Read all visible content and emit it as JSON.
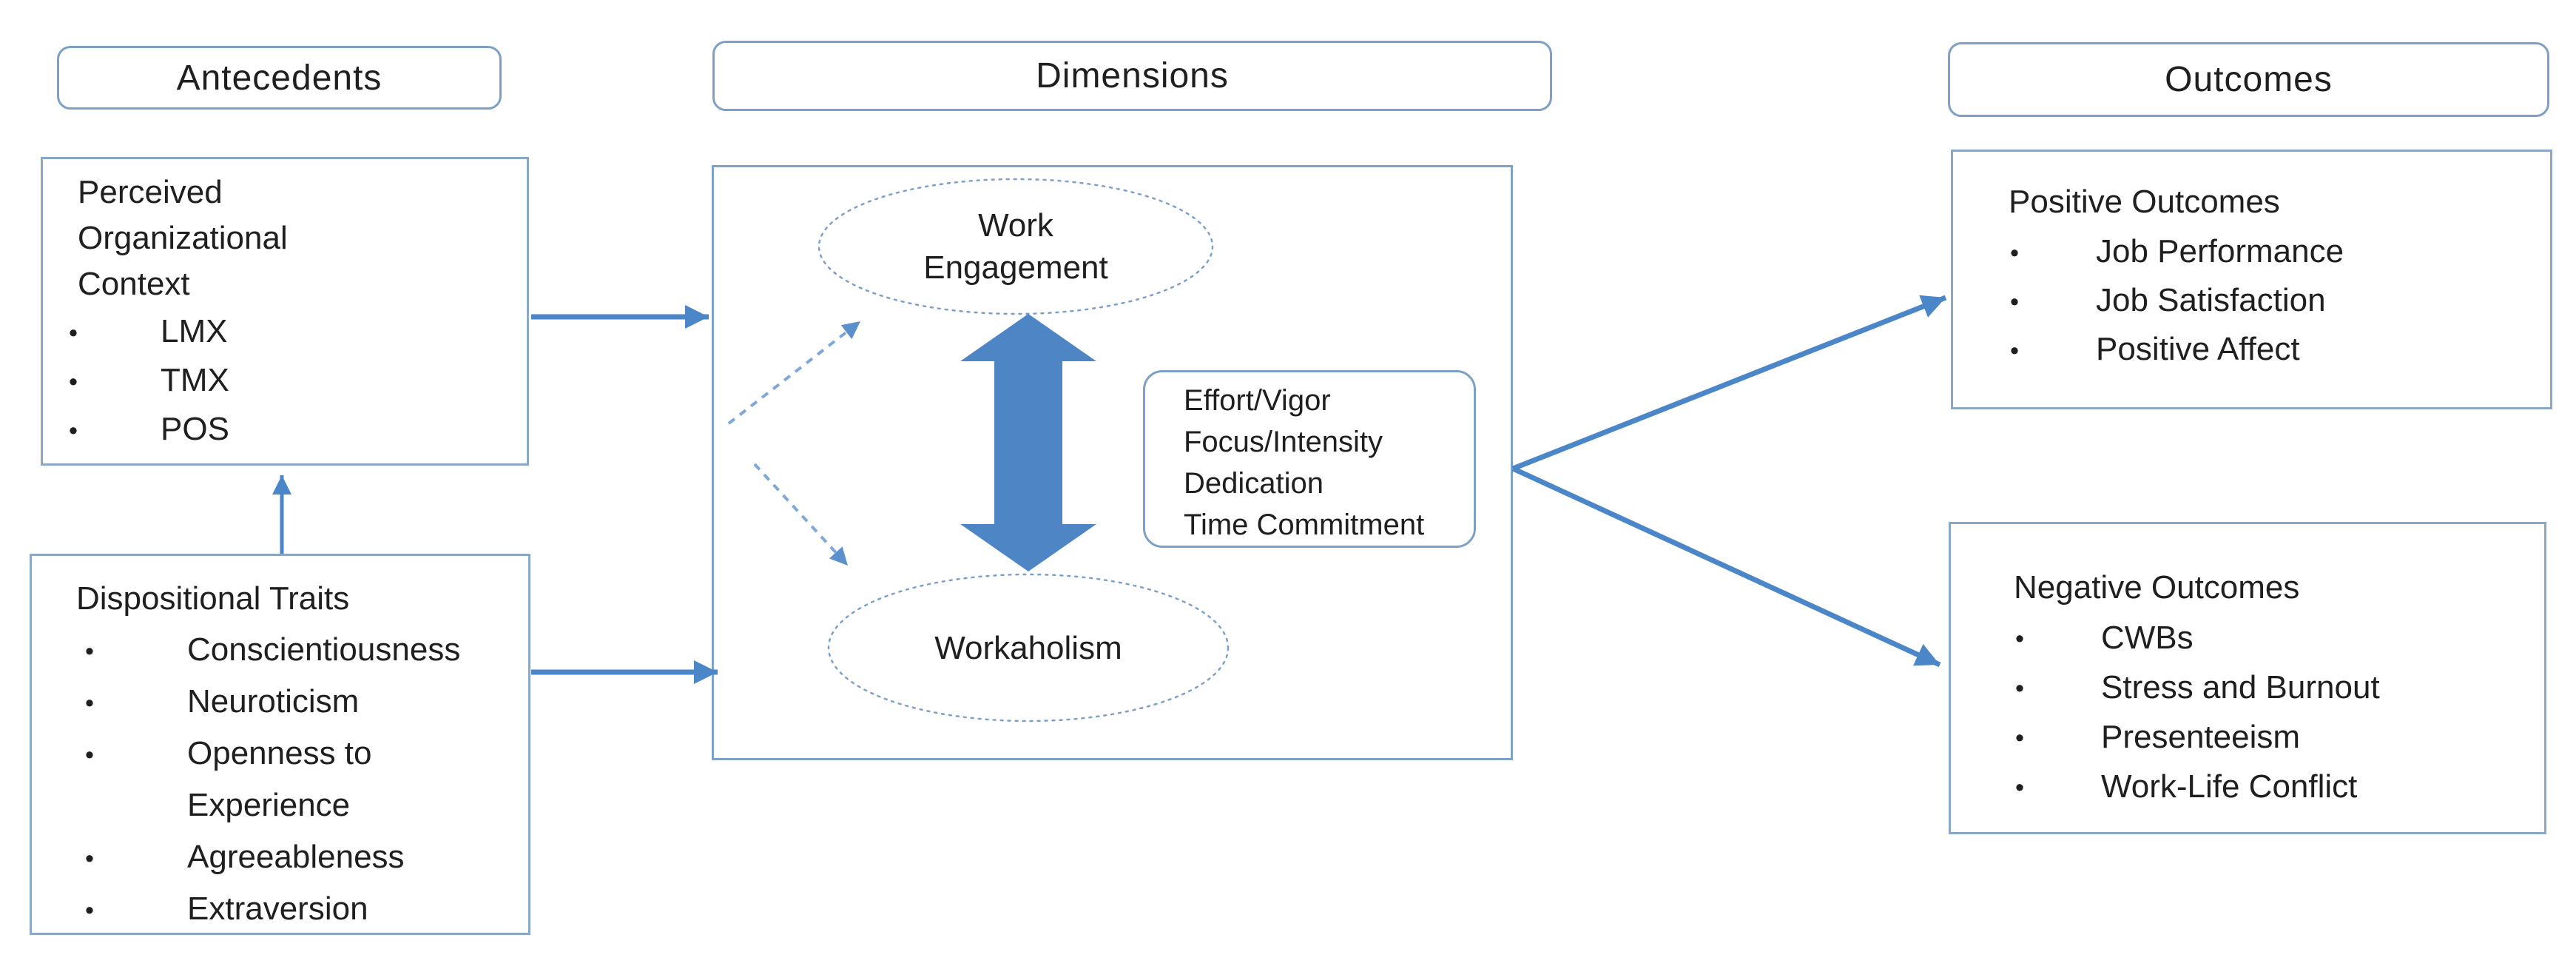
{
  "headers": {
    "antecedents": "Antecedents",
    "dimensions": "Dimensions",
    "outcomes": "Outcomes"
  },
  "antecedents": {
    "perceived_context": {
      "title_line1": "Perceived",
      "title_line2": "Organizational",
      "title_line3": "Context",
      "bullets": [
        "LMX",
        "TMX",
        "POS"
      ]
    },
    "dispositional_traits": {
      "title": "Dispositional Traits",
      "bullets": [
        "Conscientiousness",
        "Neuroticism",
        "Openness to Experience",
        "Agreeableness",
        "Extraversion"
      ]
    }
  },
  "dimensions": {
    "work_engagement": {
      "line1": "Work",
      "line2": "Engagement"
    },
    "workaholism": "Workaholism",
    "shared_characteristics": [
      "Effort/Vigor",
      "Focus/Intensity",
      "Dedication",
      "Time Commitment"
    ]
  },
  "outcomes": {
    "positive": {
      "title": "Positive Outcomes",
      "bullets": [
        "Job Performance",
        "Job Satisfaction",
        "Positive Affect"
      ]
    },
    "negative": {
      "title": "Negative Outcomes",
      "bullets": [
        "CWBs",
        "Stress and Burnout",
        "Presenteeism",
        "Work-Life Conflict"
      ]
    }
  },
  "colors": {
    "box_border": "#8ba7c6",
    "ellipse_border": "#7da0c7",
    "ellipse_fill": "#ffffff",
    "arrow_solid": "#4a86c8",
    "arrow_dashed": "#7fa8d9",
    "thick_arrow": "#4e86c5",
    "text": "#1f1f1f",
    "background": "#ffffff"
  }
}
